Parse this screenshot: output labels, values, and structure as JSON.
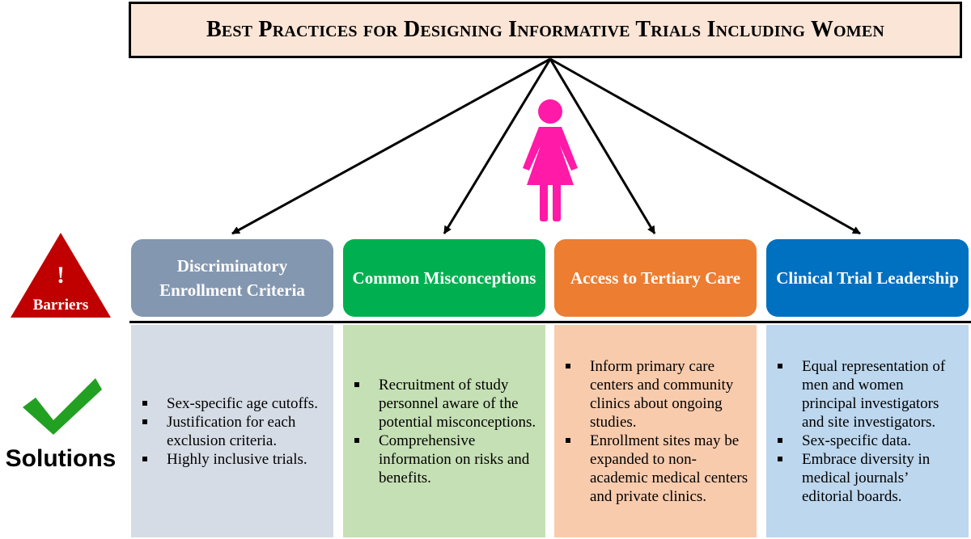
{
  "title": "Best Practices for Designing Informative Trials Including Women",
  "side_labels": {
    "barriers_mark": "!",
    "barriers": "Barriers",
    "solutions": "Solutions"
  },
  "icons": [
    "warning-triangle-icon",
    "woman-icon",
    "checkmark-icon"
  ],
  "colors": {
    "title_bg": "#fbe5d6",
    "woman": "#ff1aa8",
    "warning": "#c00000",
    "check": "#22a022"
  },
  "columns": [
    {
      "barrier": "Discriminatory Enrollment Criteria",
      "barrier_color": "#8497b0",
      "solution_color": "#d6dce5",
      "solutions": [
        "Sex-specific age cutoffs.",
        "Justification for each exclusion criteria.",
        "Highly inclusive trials."
      ]
    },
    {
      "barrier": "Common Misconceptions",
      "barrier_color": "#00b050",
      "solution_color": "#c5e0b4",
      "solutions": [
        "Recruitment of study personnel aware of the potential misconceptions.",
        "Comprehensive information on risks and benefits."
      ]
    },
    {
      "barrier": "Access to Tertiary Care",
      "barrier_color": "#ed7d31",
      "solution_color": "#f8cbad",
      "solutions": [
        "Inform primary care centers and community clinics about ongoing studies.",
        "Enrollment sites may be expanded to non-academic medical centers and private clinics."
      ]
    },
    {
      "barrier": "Clinical Trial Leadership",
      "barrier_color": "#0070c0",
      "solution_color": "#bdd7ee",
      "solutions": [
        "Equal representation of men and women principal investigators and site investigators.",
        "Sex-specific data.",
        "Embrace diversity in medical journals’ editorial boards."
      ]
    }
  ]
}
